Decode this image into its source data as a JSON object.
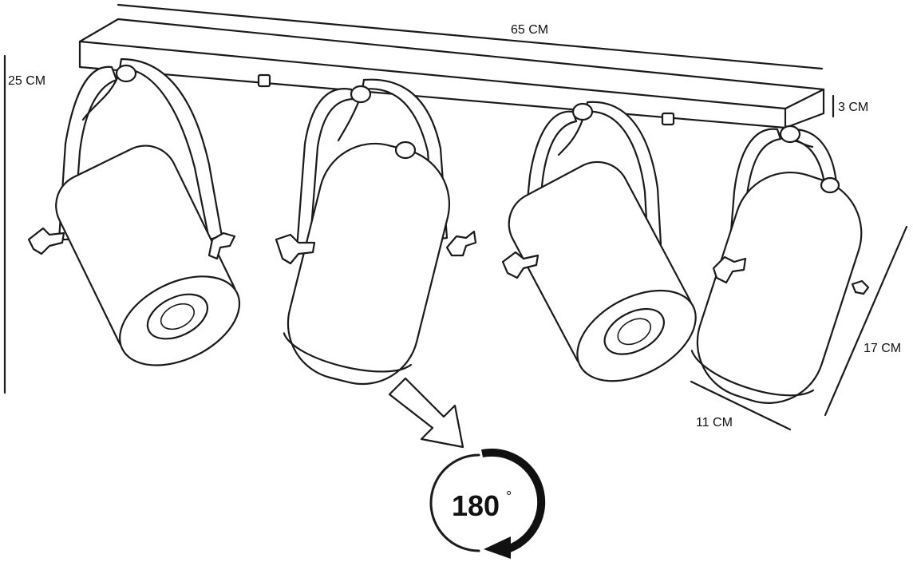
{
  "dimensions": {
    "length": "65 CM",
    "height": "25 CM",
    "base_thickness": "3 CM",
    "shade_length": "17 CM",
    "shade_diameter": "11 CM"
  },
  "rotation": {
    "angle": "180",
    "unit": "°"
  }
}
